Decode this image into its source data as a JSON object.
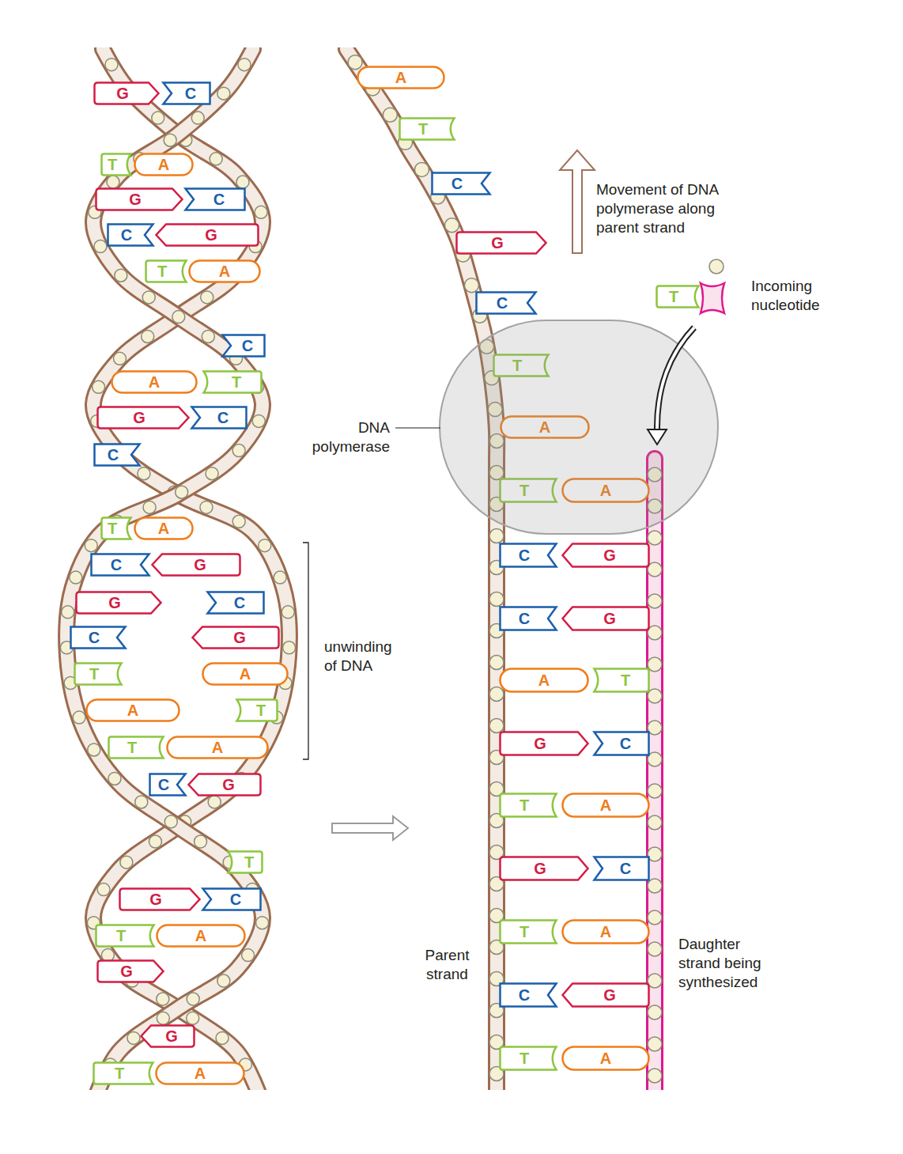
{
  "diagram": {
    "nodes": [
      {
        "text": [
          "G"
        ]
      },
      {
        "text": [
          "C"
        ]
      },
      {
        "text": [
          "T"
        ]
      },
      {
        "text": [
          "A"
        ]
      },
      {
        "text": [
          "G"
        ]
      },
      {
        "text": [
          "C"
        ]
      },
      {
        "text": [
          "C"
        ]
      },
      {
        "text": [
          "G"
        ]
      },
      {
        "text": [
          "T"
        ]
      },
      {
        "text": [
          "A"
        ]
      },
      {
        "text": [
          "C"
        ]
      },
      {
        "text": [
          "A"
        ]
      },
      {
        "text": [
          "T"
        ]
      },
      {
        "text": [
          "G"
        ]
      },
      {
        "text": [
          "C"
        ]
      },
      {
        "text": [
          "C"
        ]
      },
      {
        "text": [
          "T"
        ]
      },
      {
        "text": [
          "A"
        ]
      },
      {
        "text": [
          "C"
        ]
      },
      {
        "text": [
          "G"
        ]
      },
      {
        "text": [
          "G"
        ]
      },
      {
        "text": [
          "C"
        ]
      },
      {
        "text": [
          "C"
        ]
      },
      {
        "text": [
          "G"
        ]
      },
      {
        "text": [
          "T"
        ]
      },
      {
        "text": [
          "A"
        ]
      },
      {
        "text": [
          "A"
        ]
      },
      {
        "text": [
          "T"
        ]
      },
      {
        "text": [
          "T"
        ]
      },
      {
        "text": [
          "A"
        ]
      },
      {
        "text": [
          "C"
        ]
      },
      {
        "text": [
          "G"
        ]
      },
      {
        "text": [
          "T"
        ]
      },
      {
        "text": [
          "G"
        ]
      },
      {
        "text": [
          "C"
        ]
      },
      {
        "text": [
          "T"
        ]
      },
      {
        "text": [
          "A"
        ]
      },
      {
        "text": [
          "G"
        ]
      },
      {
        "text": [
          "G"
        ]
      },
      {
        "text": [
          "T"
        ]
      },
      {
        "text": [
          "A"
        ]
      },
      {
        "text": [
          "A"
        ]
      },
      {
        "text": [
          "T"
        ]
      },
      {
        "text": [
          "C"
        ]
      },
      {
        "text": [
          "G"
        ]
      },
      {
        "text": [
          "C"
        ]
      },
      {
        "text": [
          "T"
        ]
      },
      {
        "text": [
          "A"
        ]
      },
      {
        "text": [
          "T"
        ]
      },
      {
        "text": [
          "A"
        ]
      },
      {
        "text": [
          "C"
        ]
      },
      {
        "text": [
          "G"
        ]
      },
      {
        "text": [
          "C"
        ]
      },
      {
        "text": [
          "G"
        ]
      },
      {
        "text": [
          "A"
        ]
      },
      {
        "text": [
          "T"
        ]
      },
      {
        "text": [
          "G"
        ]
      },
      {
        "text": [
          "C"
        ]
      },
      {
        "text": [
          "T"
        ]
      },
      {
        "text": [
          "A"
        ]
      },
      {
        "text": [
          "G"
        ]
      },
      {
        "text": [
          "C"
        ]
      },
      {
        "text": [
          "T"
        ]
      },
      {
        "text": [
          "A"
        ]
      },
      {
        "text": [
          "C"
        ]
      },
      {
        "text": [
          "G"
        ]
      },
      {
        "text": [
          "T"
        ]
      },
      {
        "text": [
          "A"
        ]
      },
      {
        "text": [
          "T"
        ]
      }
    ],
    "labels": [
      "Movement of DNA polymerase along parent strand",
      "Incoming nucleotide",
      "DNA polymerase",
      "unwinding of DNA",
      "Parent strand",
      "Daughter strand being synthesized"
    ]
  }
}
